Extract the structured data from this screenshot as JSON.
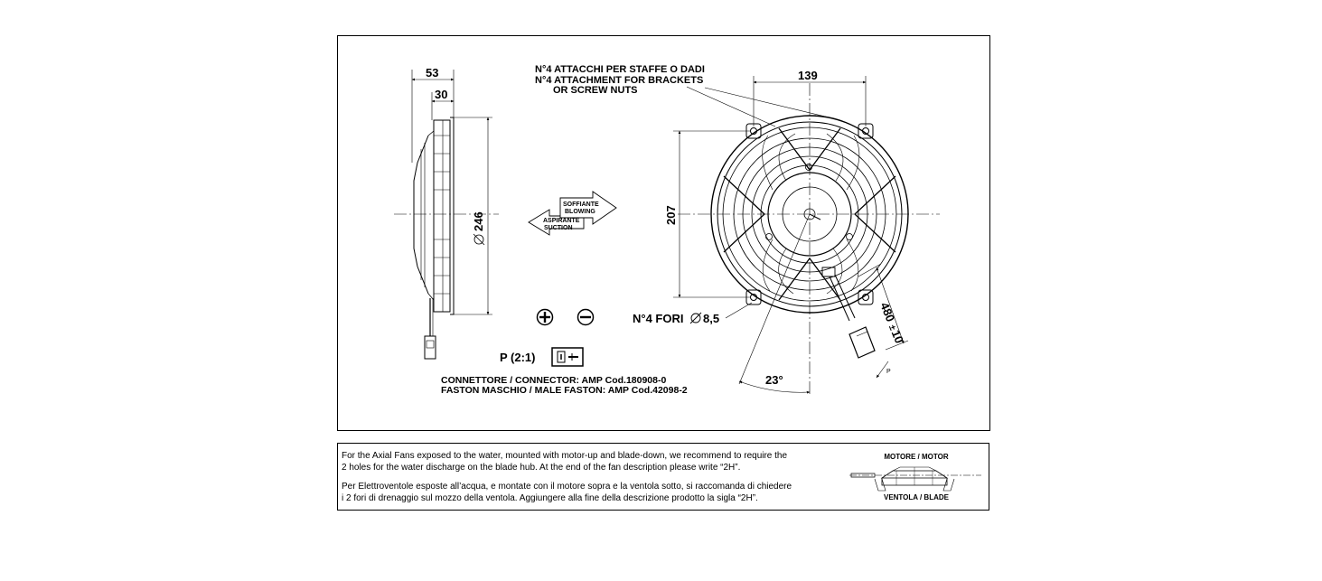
{
  "side_view": {
    "dim_depth": "53",
    "dim_motor": "30",
    "dim_diameter": "246"
  },
  "labels": {
    "attachments_it": "N°4 ATTACCHI PER STAFFE O DADI",
    "attachments_en": "N°4 ATTACHMENT FOR BRACKETS",
    "attachments_en2": "OR SCREW NUTS",
    "blowing_it": "SOFFIANTE",
    "blowing_en": "BLOWING",
    "suction_it": "ASPIRANTE",
    "suction_en": "SUCTION",
    "plus_symbol": "+",
    "minus_symbol": "−",
    "p_detail": "P (2:1)",
    "holes": "N°4 FORI",
    "holes_dia": "8,5",
    "connector": "CONNETTORE / CONNECTOR:  AMP Cod.180908-0",
    "faston": "FASTON MASCHIO / MALE FASTON:  AMP Cod.42098-2",
    "p_marker": "P"
  },
  "front_view": {
    "dim_width": "139",
    "dim_height": "207",
    "dim_angle": "23°",
    "dim_cable": "480",
    "dim_cable_tol": "10",
    "dim_cable_pm": "±"
  },
  "note": {
    "en_line1": "For the Axial Fans exposed to the water, mounted  with motor-up and blade-down, we recommend  to require the",
    "en_line2": "2 holes for the water discharge on the blade hub.   At the end of the fan description please write “2H”.",
    "it_line1": "Per Elettroventole esposte all’acqua, e montate con il motore sopra e la ventola sotto, si raccomanda di chiedere",
    "it_line2": "i  2 fori di drenaggio sul mozzo della ventola.    Aggiungere alla fine della descrizione prodotto la sigla “2H”.",
    "motor_title": "MOTORE / MOTOR",
    "blade_title": "VENTOLA / BLADE"
  }
}
